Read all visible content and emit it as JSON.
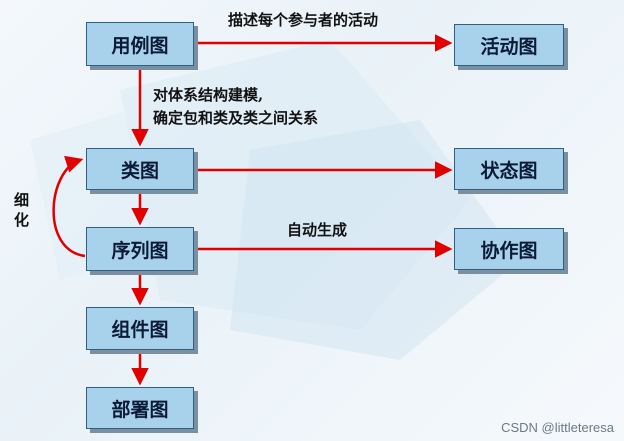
{
  "diagram": {
    "nodes": {
      "use_case": "用例图",
      "activity": "活动图",
      "class": "类图",
      "state": "状态图",
      "sequence": "序列图",
      "collaboration": "协作图",
      "component": "组件图",
      "deployment": "部署图"
    },
    "edge_labels": {
      "describe_activity": "描述每个参与者的活动",
      "model_structure_line1": "对体系结构建模,",
      "model_structure_line2": "确定包和类及类之间关系",
      "auto_generate": "自动生成",
      "refine": "细化"
    },
    "colors": {
      "box_fill": "#a8d2ec",
      "box_border": "#2f5f86",
      "arrow": "#e00000"
    }
  },
  "watermark": "CSDN @littleteresa"
}
